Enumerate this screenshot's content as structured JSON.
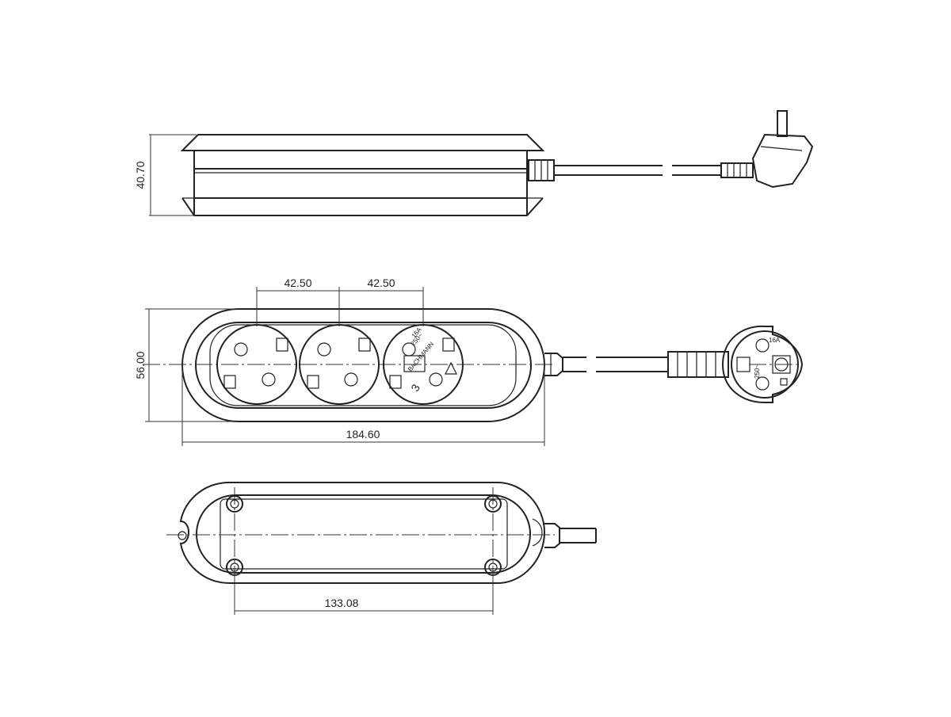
{
  "dimensions": {
    "side_height": "40.70",
    "top_spacing_1": "42.50",
    "top_spacing_2": "42.50",
    "top_width": "56.00",
    "top_length": "184.60",
    "bottom_hole_spacing": "133.08"
  },
  "socket_markings": {
    "rating_amps": "16A",
    "rating_volts": "250~",
    "brand": "BACHMANN",
    "model_number": "3",
    "plug_rating_amps": "16A",
    "plug_rating_volts": "250~"
  }
}
